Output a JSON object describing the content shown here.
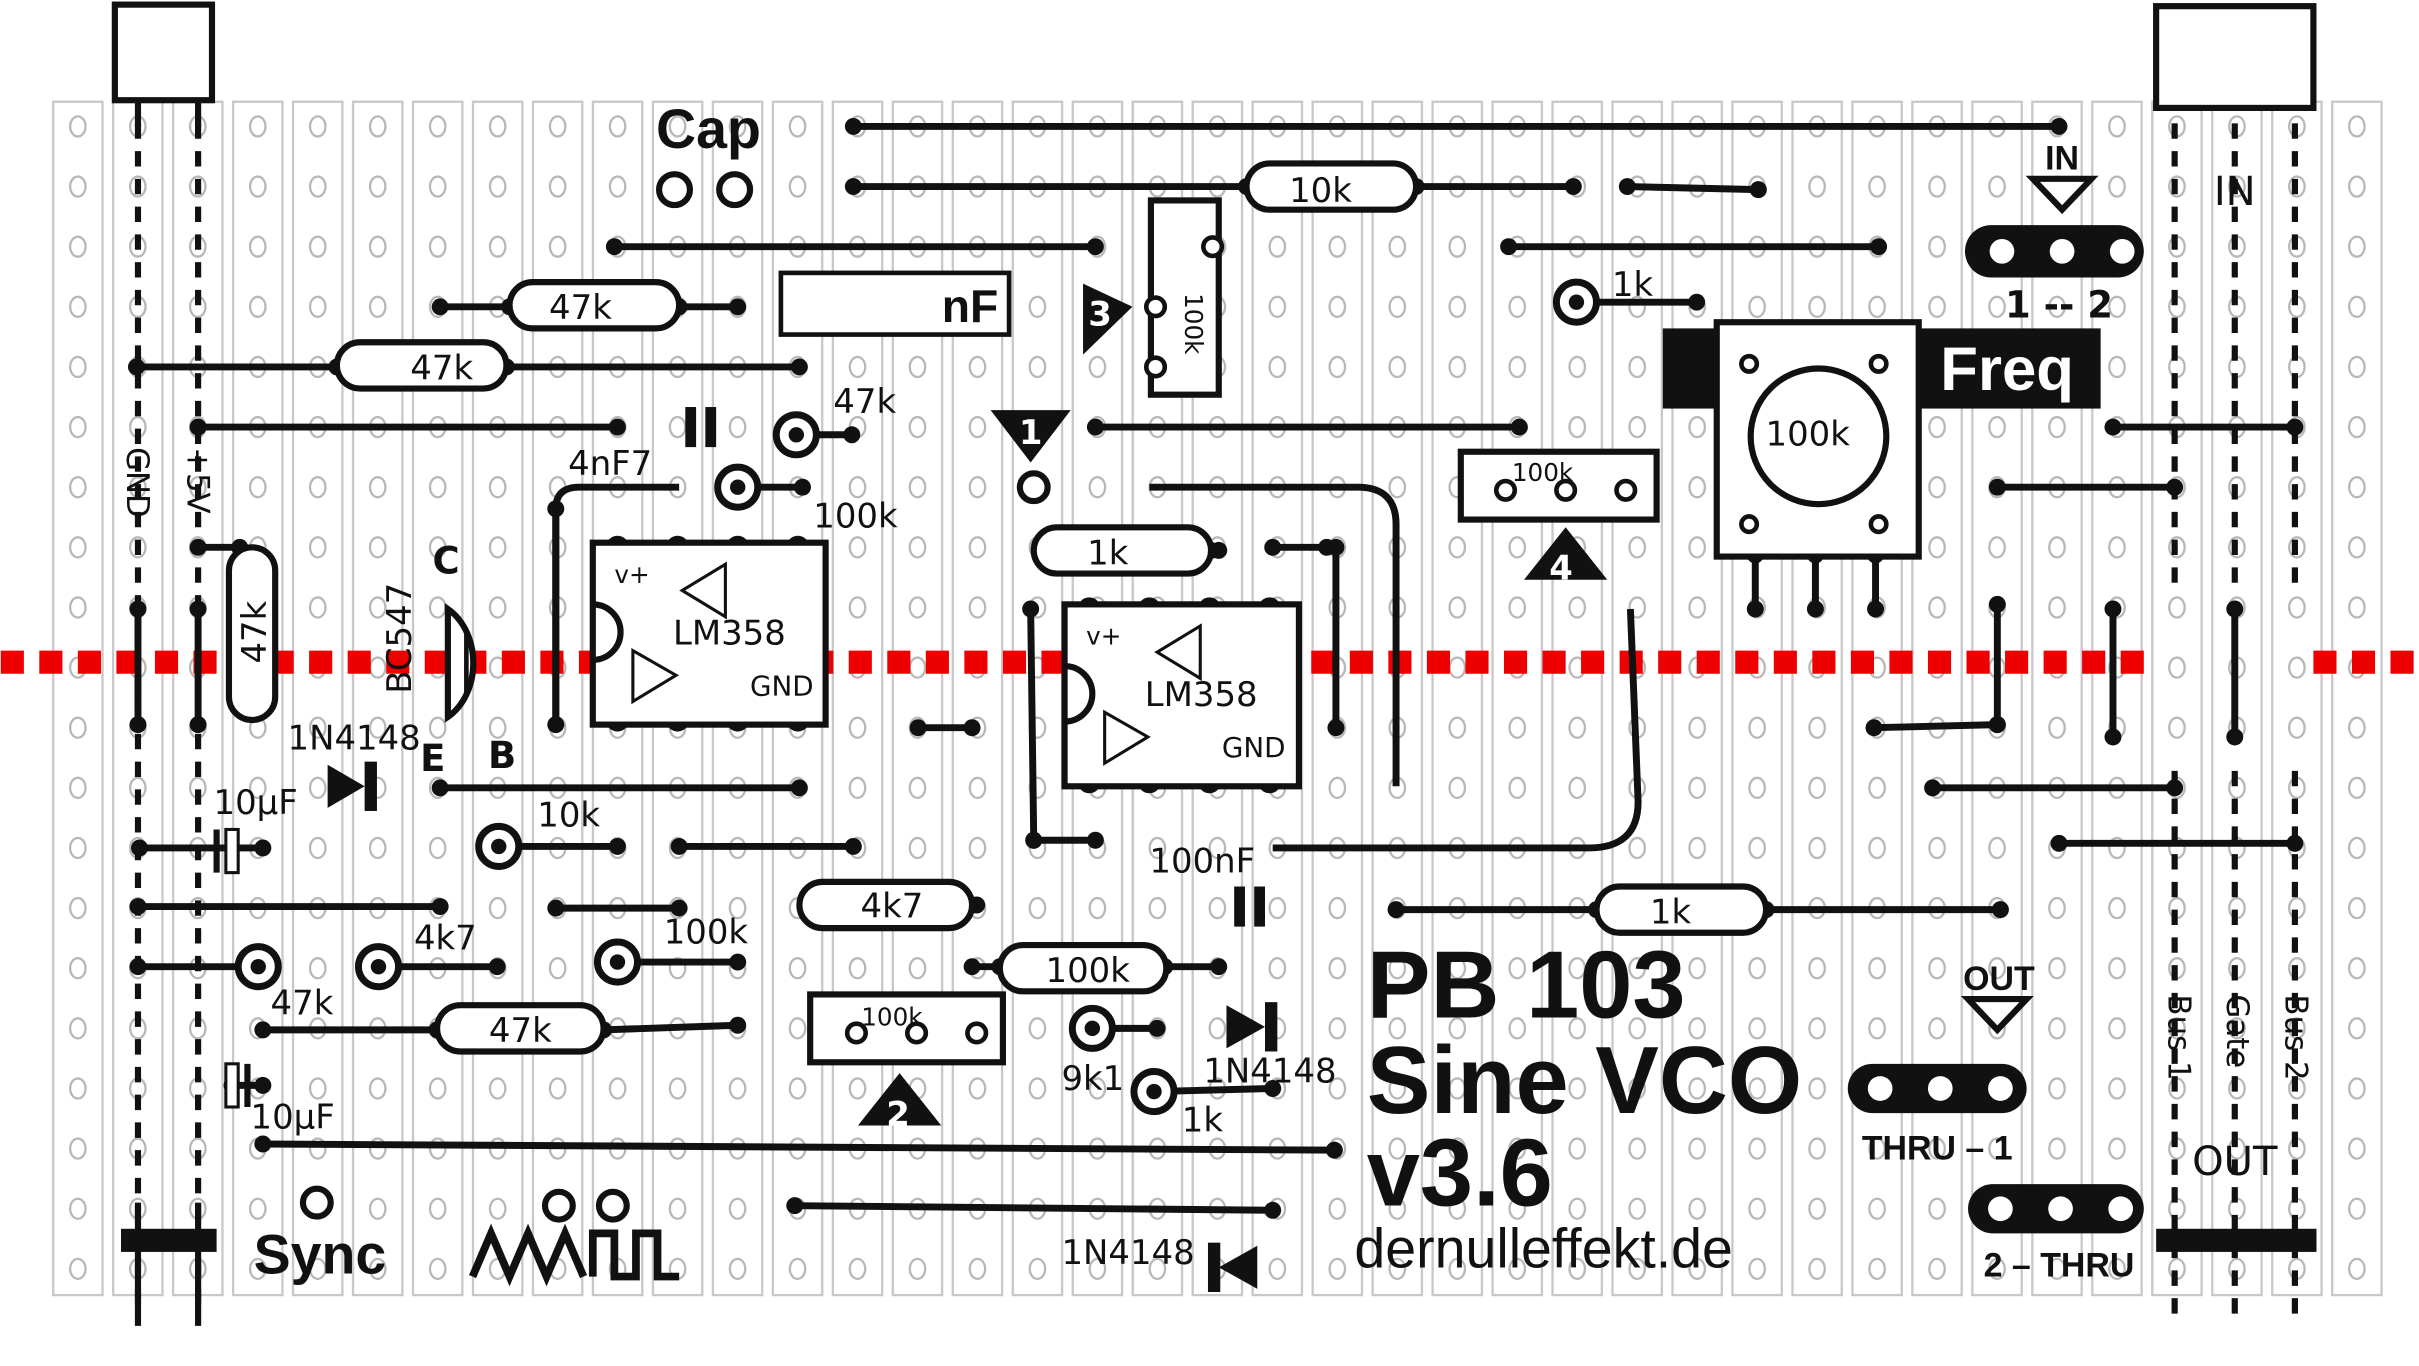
{
  "board": {
    "cap_label": "Cap",
    "nf_label": "nF",
    "gnd_label": "GND",
    "v5_label": "+5V",
    "freq_label": "Freq",
    "in_top_label": "IN",
    "in_bus_label": "IN",
    "jumper_in_label": "1 -- 2",
    "out_label": "OUT",
    "out_bus_label": "OUT",
    "thru1_label": "THRU – 1",
    "thru2_label": "2 – THRU",
    "bus1_label": "Bus 1",
    "gate_label": "Gate",
    "bus2_label": "Bus 2",
    "sync_label": "Sync"
  },
  "markers": [
    "1",
    "2",
    "3",
    "4"
  ],
  "components": {
    "r_10k_top": "10k",
    "r_47k_a": "47k",
    "r_47k_b": "47k",
    "trim3": "100k",
    "r_1k_ring": "1k",
    "pot": "100k",
    "trim4": "100k",
    "r_47k_ring": "47k",
    "r_100k_ring": "100k",
    "cap_4n7": "4nF7",
    "r_1k_mid": "1k",
    "r_47k_vert": "47k",
    "transistor_c": "C",
    "transistor": "BC547",
    "transistor_e": "E",
    "transistor_b": "B",
    "ic1": "LM358",
    "ic1_vplus": "v+",
    "ic1_gnd": "GND",
    "ic2": "LM358",
    "ic2_vplus": "v+",
    "ic2_gnd": "GND",
    "diode1": "1N4148",
    "cap_10u_a": "10µF",
    "r_10k_ring": "10k",
    "cap_100n": "100nF",
    "r_4k7": "4k7",
    "r_1k_low": "1k",
    "r_4k7_ring": "4k7",
    "r_100k_ring2": "100k",
    "r_100k_low": "100k",
    "r_47k_ring2": "47k",
    "r_47k_low": "47k",
    "trim2": "100k",
    "r_9k1": "9k1",
    "diode2": "1N4148",
    "r_1k_ring2": "1k",
    "cap_10u_b": "10µF",
    "diode3": "1N4148"
  },
  "title": {
    "line1": "PB 103",
    "line2": "Sine VCO",
    "line3": "v3.6",
    "website": "dernulleffekt.de"
  },
  "colors": {
    "ink": "#111111",
    "cut_line": "#ee0000",
    "strip": "#c8c8c8"
  }
}
